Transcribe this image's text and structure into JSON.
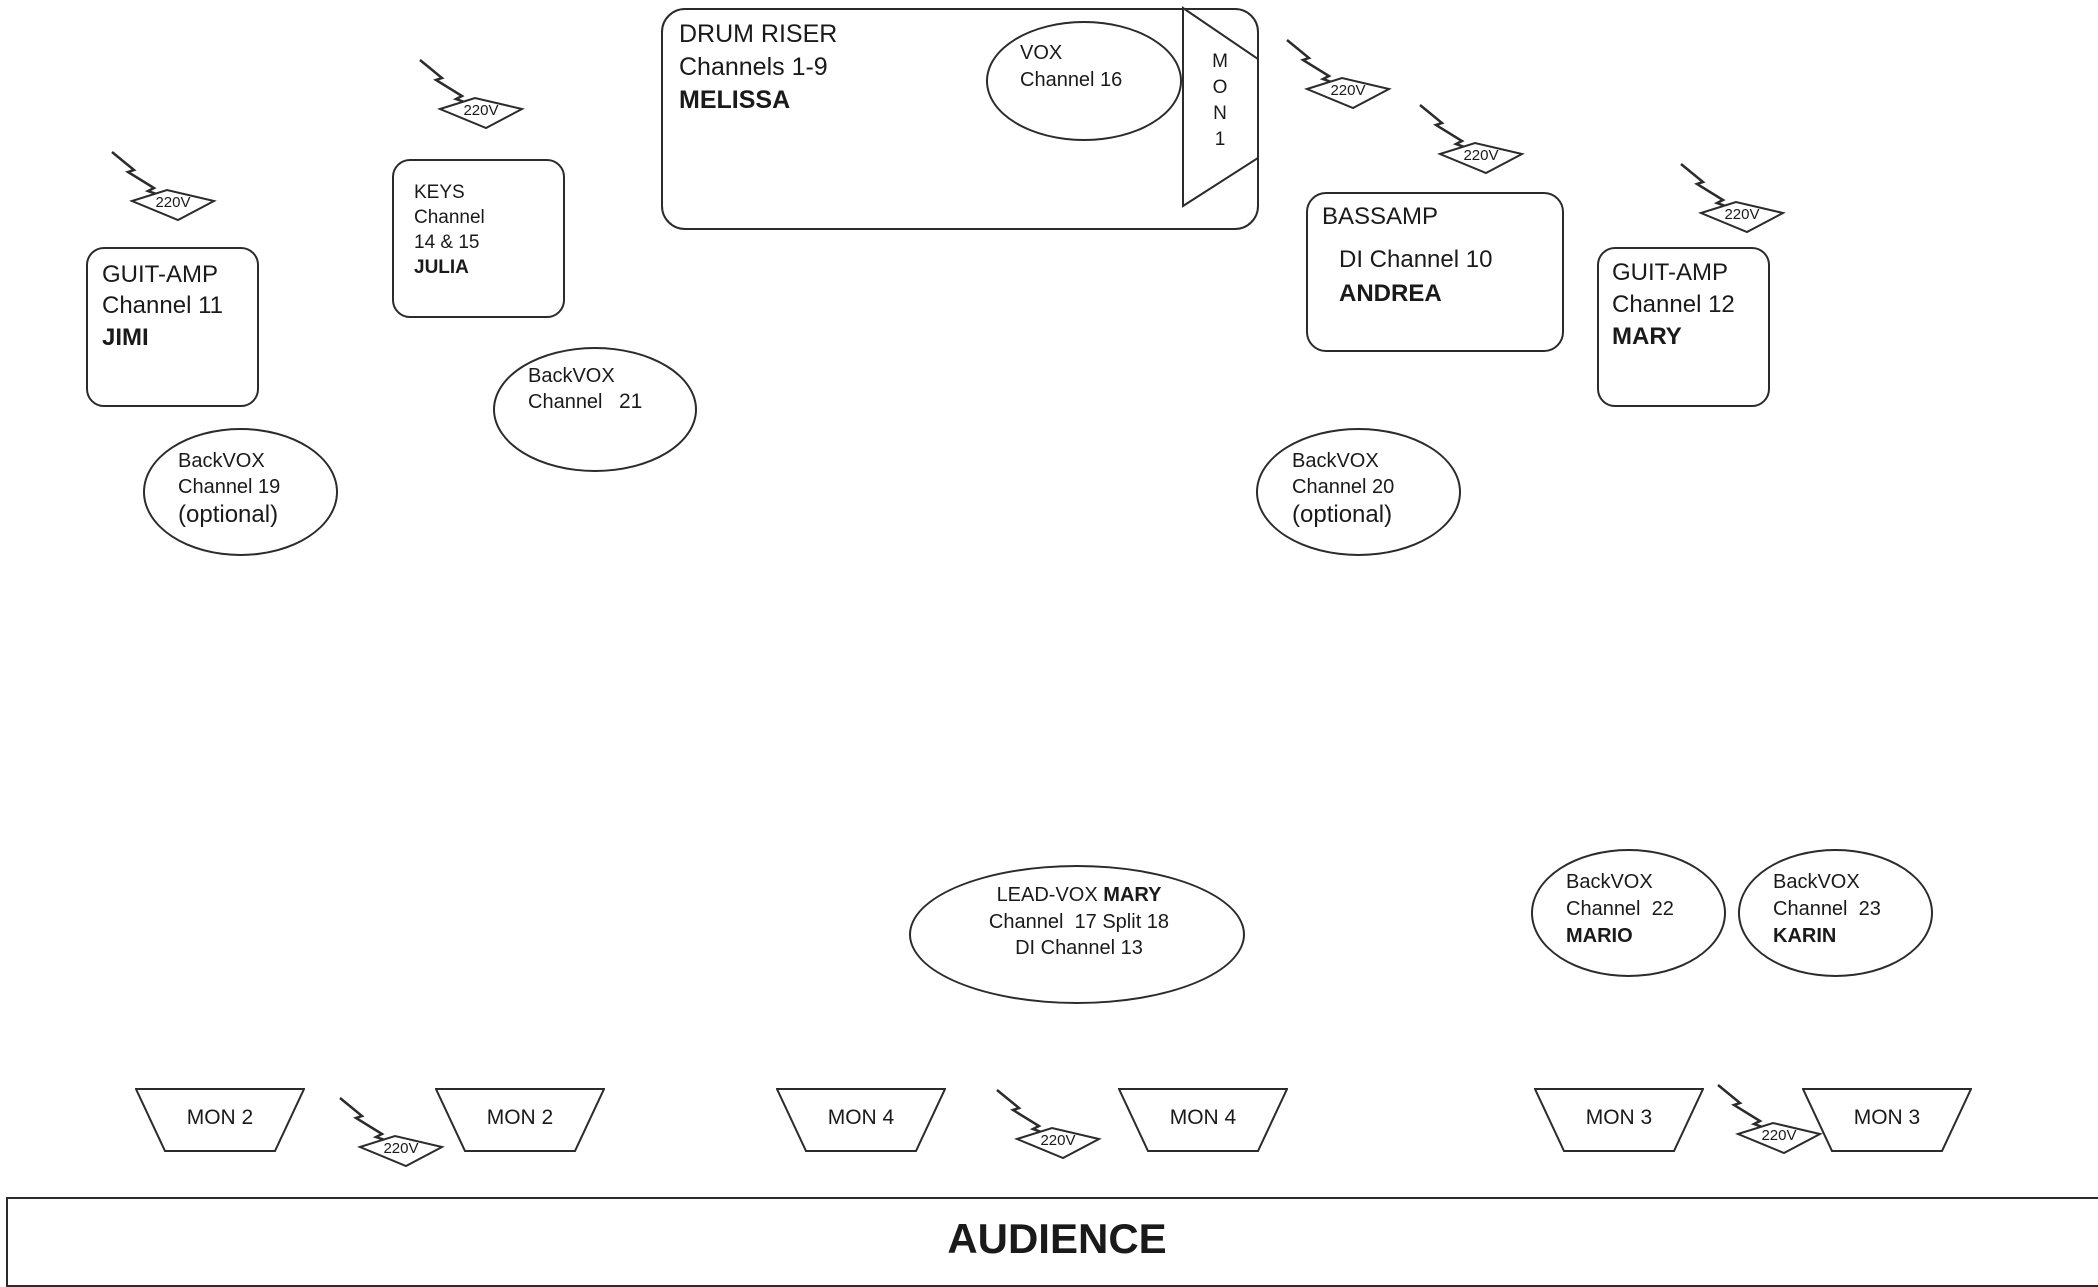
{
  "drum_riser": {
    "title": "DRUM RISER",
    "channels": "Channels 1-9",
    "name": "MELISSA",
    "vox_label": "VOX",
    "vox_channel": "Channel 16",
    "mon_letters": [
      "M",
      "O",
      "N",
      "1"
    ]
  },
  "keys": {
    "label": "KEYS",
    "line2": "Channel",
    "line3": "14 & 15",
    "name": "JULIA"
  },
  "guit_amp_left": {
    "label": "GUIT-AMP",
    "channel": "Channel 11",
    "name": "JIMI"
  },
  "guit_amp_right": {
    "label": "GUIT-AMP",
    "channel": "Channel 12",
    "name": "MARY"
  },
  "bass_amp": {
    "label": "BASSAMP",
    "channel": "DI Channel 10",
    "name": "ANDREA"
  },
  "backvox_19": {
    "label": "BackVOX",
    "channel": "Channel 19",
    "note": "(optional)"
  },
  "backvox_21": {
    "label": "BackVOX",
    "channel_prefix": "Channel",
    "channel_number": "21"
  },
  "backvox_20": {
    "label": "BackVOX",
    "channel": "Channel 20",
    "note": "(optional)"
  },
  "lead_vox": {
    "label": "LEAD-VOX",
    "name": "MARY",
    "line2": "Channel  17 Split 18",
    "line3": "DI Channel 13"
  },
  "backvox_22": {
    "label": "BackVOX",
    "channel": "Channel  22",
    "name": "MARIO"
  },
  "backvox_23": {
    "label": "BackVOX",
    "channel": "Channel  23",
    "name": "KARIN"
  },
  "monitors": {
    "mon2_left": "MON 2",
    "mon2_right": "MON 2",
    "mon4_left": "MON 4",
    "mon4_right": "MON 4",
    "mon3_left": "MON 3",
    "mon3_right": "MON 3"
  },
  "power_label": "220V",
  "audience": "AUDIENCE"
}
